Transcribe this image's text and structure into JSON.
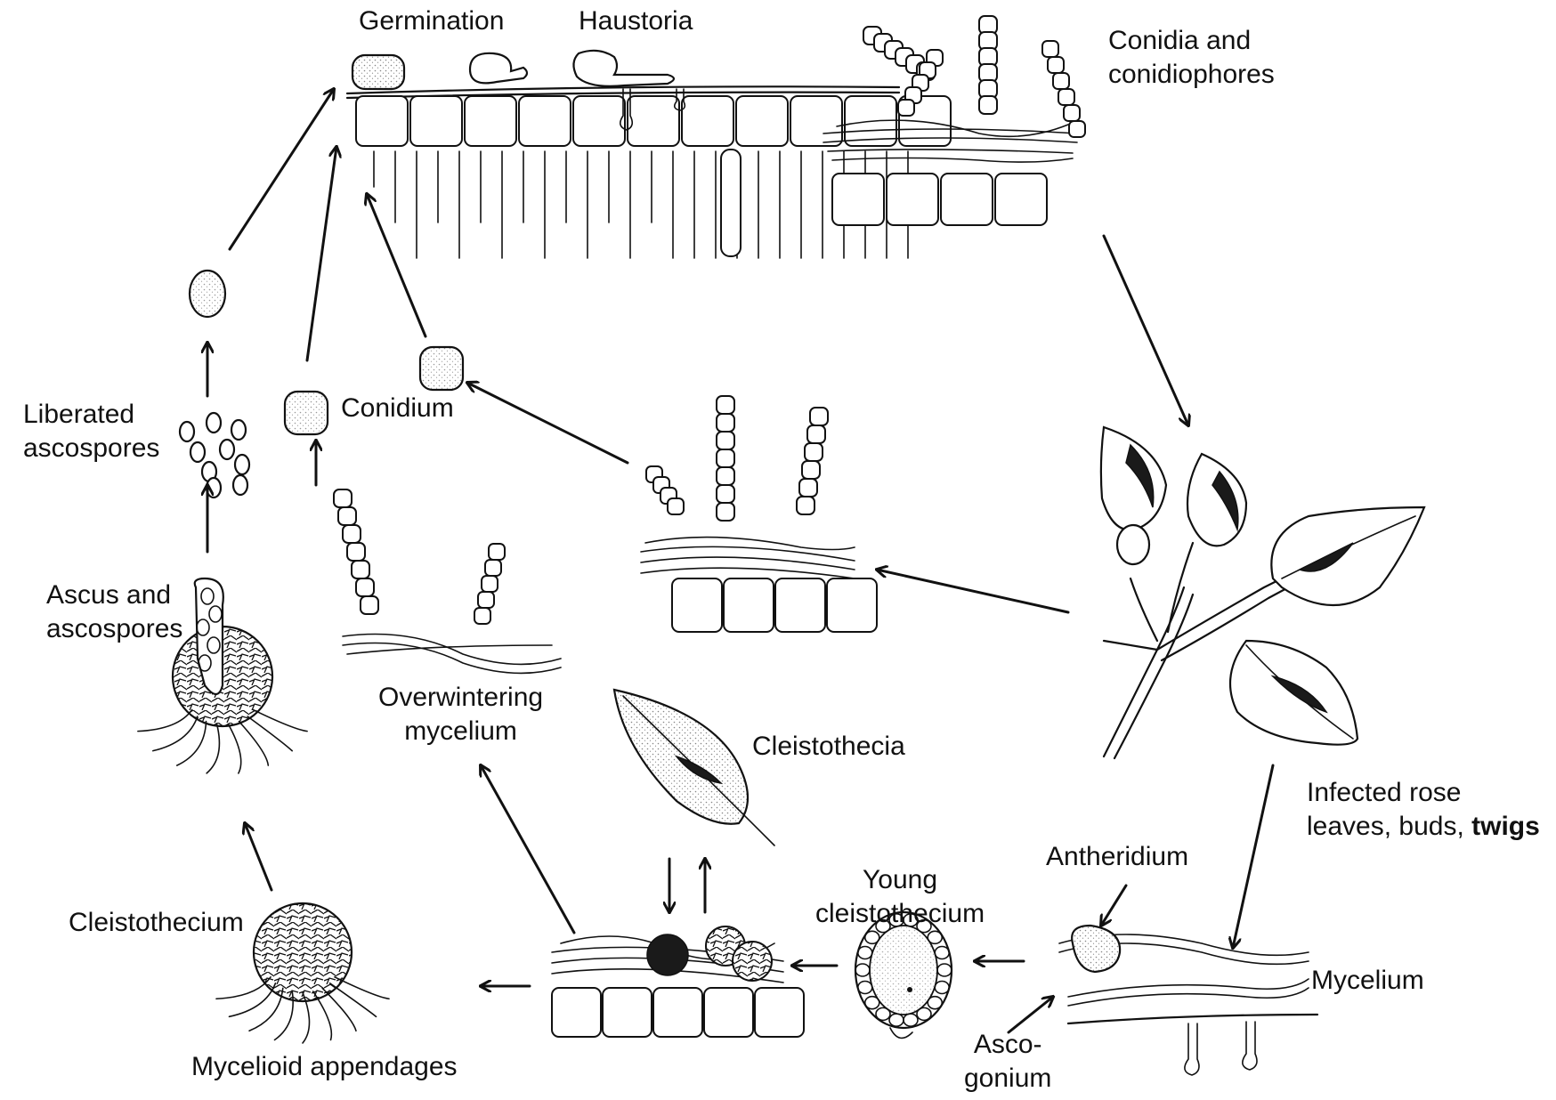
{
  "labels": {
    "germination": "Germination",
    "haustoria": "Haustoria",
    "conidia_line1": "Conidia and",
    "conidia_line2": "conidiophores",
    "liberated_line1": "Liberated",
    "liberated_line2": "ascospores",
    "conidium": "Conidium",
    "ascus_line1": "Ascus and",
    "ascus_line2": "ascospores",
    "overwintering_line1": "Overwintering",
    "overwintering_line2": "mycelium",
    "cleistothecia": "Cleistothecia",
    "infected_line1": "Infected rose",
    "infected_line2a": "leaves, buds, ",
    "infected_line2b": "twigs",
    "antheridium": "Antheridium",
    "young_line1": "Young",
    "young_line2": "cleistothecium",
    "mycelium": "Mycelium",
    "cleistothecium": "Cleistothecium",
    "asco_line1": "Asco-",
    "asco_line2": "gonium",
    "appendages": "Mycelioid appendages"
  },
  "colors": {
    "ink": "#111111",
    "background": "#ffffff"
  }
}
